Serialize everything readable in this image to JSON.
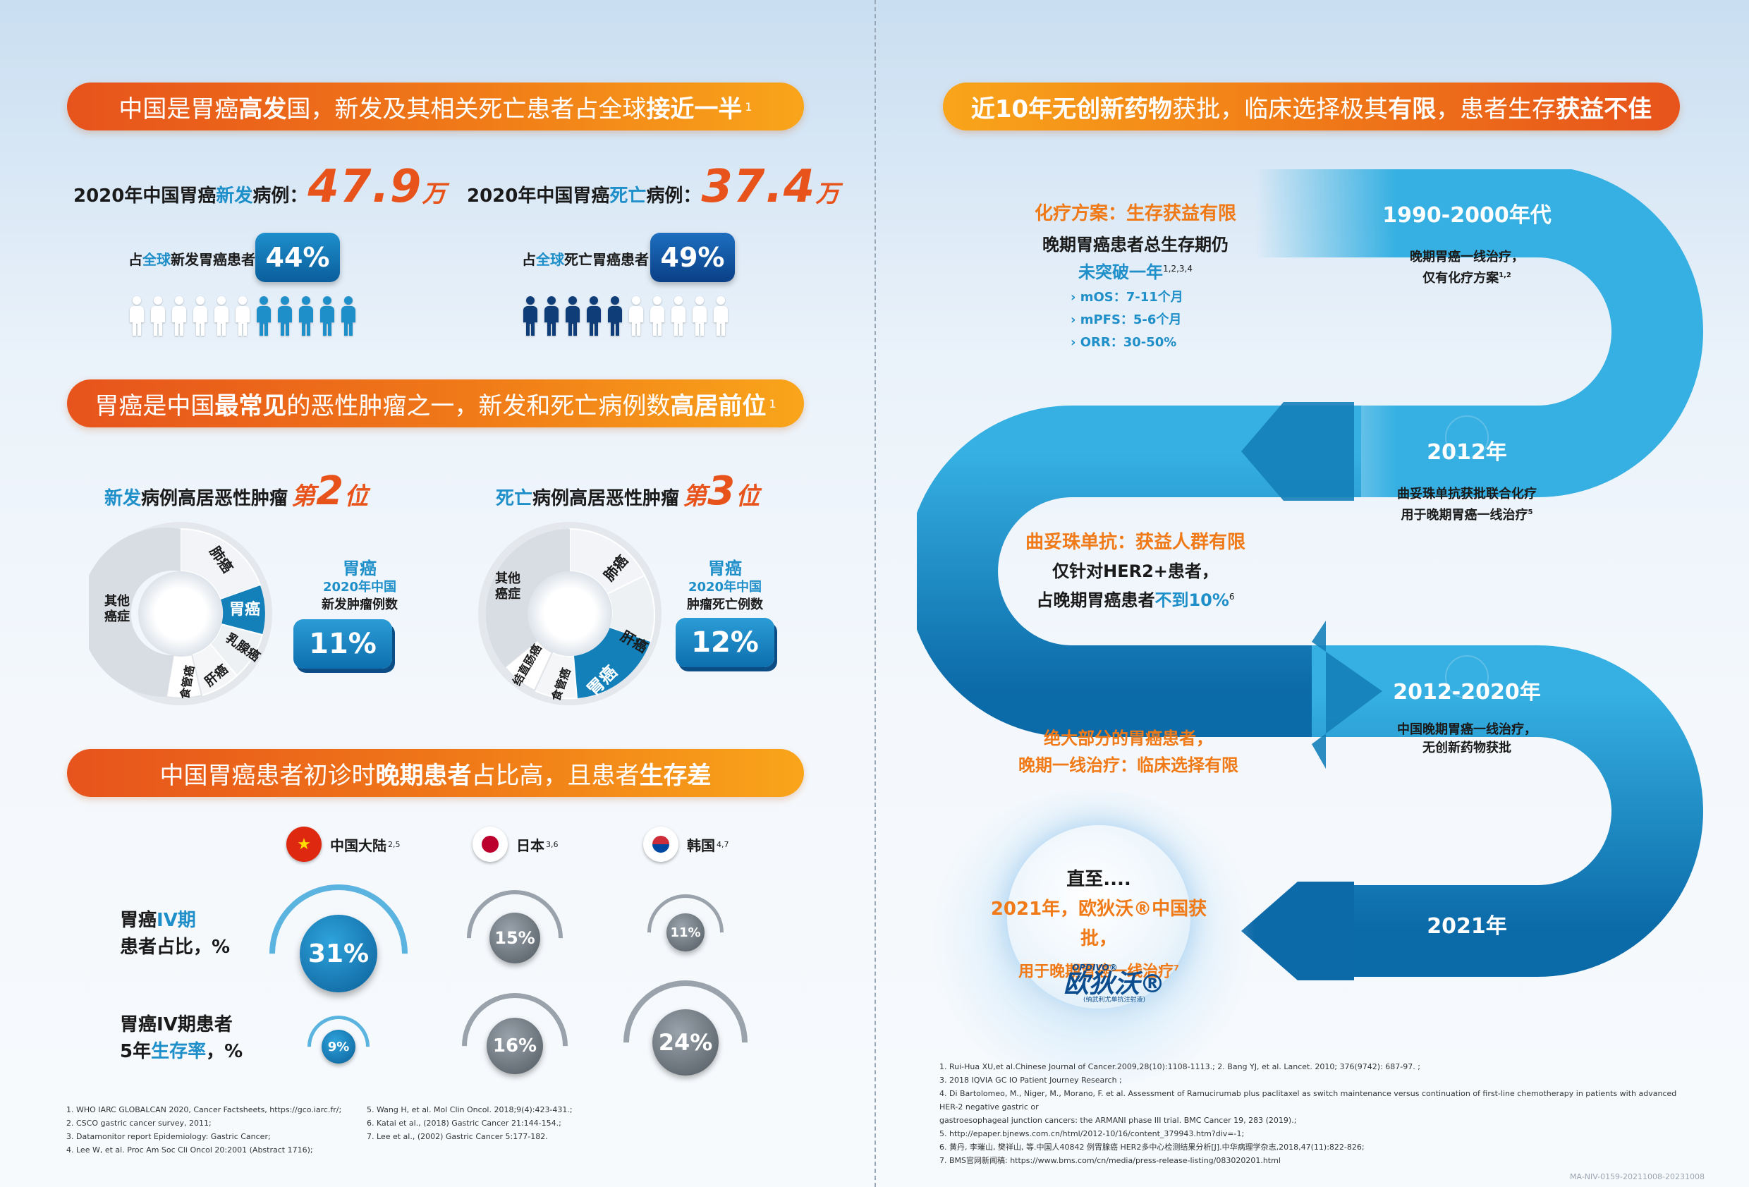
{
  "left": {
    "banner1": {
      "pre": "中国是胃癌",
      "b1": "高发",
      "mid": "国，新发及其相关死亡患者占全球",
      "b2": "接近一半",
      "sup": "1"
    },
    "stat1": {
      "label_pre": "2020年中国胃癌",
      "label_hl": "新发",
      "label_post": "病例：",
      "num": "47.9",
      "unit": "万",
      "share_pre": "占",
      "share_hl": "全球",
      "share_post": "新发胃癌患者",
      "pct": "44%"
    },
    "stat2": {
      "label_pre": "2020年中国胃癌",
      "label_hl": "死亡",
      "label_post": "病例：",
      "num": "37.4",
      "unit": "万",
      "share_pre": "占",
      "share_hl": "全球",
      "share_post": "死亡胃癌患者",
      "pct": "49%"
    },
    "banner2": {
      "pre": "胃癌是中国",
      "b1": "最常见",
      "mid": "的恶性肿瘤之一，新发和死亡病例数",
      "b2": "高居前位",
      "sup": "1"
    },
    "rank1": {
      "hl": "新发",
      "text": "病例高居恶性肿瘤",
      "rank_pre": "第",
      "rank_num": "2",
      "rank_post": "位"
    },
    "rank2": {
      "hl": "死亡",
      "text": "病例高居恶性肿瘤",
      "rank_pre": "第",
      "rank_num": "3",
      "rank_post": "位"
    },
    "donut1": {
      "labels": [
        "肺癌",
        "胃癌",
        "乳腺癌",
        "肝癌",
        "食管癌",
        "其他癌症"
      ],
      "cancer": "胃癌",
      "desc_hl": "2020年中国",
      "desc_post": "新发肿瘤例数",
      "pct": "11%"
    },
    "donut2": {
      "labels": [
        "肺癌",
        "肝癌",
        "胃癌",
        "食管癌",
        "结直肠癌",
        "其他癌症"
      ],
      "cancer": "胃癌",
      "desc_hl": "2020年中国",
      "desc_post": "肿瘤死亡例数",
      "pct": "12%"
    },
    "banner3": {
      "pre": "中国胃癌患者初诊时",
      "b1": "晚期患者",
      "mid": "占比高，且患者",
      "b2": "生存差"
    },
    "countries": [
      {
        "name": "中国大陆",
        "sup": "2,5"
      },
      {
        "name": "日本",
        "sup": "3,6"
      },
      {
        "name": "韩国",
        "sup": "4,7"
      }
    ],
    "row1": {
      "l1": "胃癌",
      "l1hl": "IV期",
      "l2": "患者占比，%",
      "values": [
        "31%",
        "15%",
        "11%"
      ]
    },
    "row2": {
      "l1": "胃癌IV期患者",
      "l2pre": "5年",
      "l2hl": "生存率",
      "l2post": "，%",
      "values": [
        "9%",
        "16%",
        "24%"
      ]
    },
    "refs_a": [
      "1. WHO IARC GLOBALCAN 2020, Cancer Factsheets, https://gco.iarc.fr/;",
      "2. CSCO gastric cancer survey, 2011;",
      "3. Datamonitor report Epidemiology: Gastric Cancer;",
      "4. Lee W, et al. Proc Am Soc Cli Oncol 20:2001 (Abstract 1716);"
    ],
    "refs_b": [
      "5. Wang H, et al. Mol Clin Oncol. 2018;9(4):423-431.;",
      "6. Katai et al., (2018) Gastric Cancer 21:144-154.;",
      "7. Lee et al., (2002) Gastric Cancer 5:177-182."
    ]
  },
  "right": {
    "banner": {
      "b1": "近10年无创新药物",
      "mid": "获批，临床选择极其",
      "b2": "有限",
      "mid2": "，患者生存",
      "b3": "获益不佳"
    },
    "chemo": {
      "title": "化疗方案：生存获益有限",
      "l1": "晚期胃癌患者总生存期仍",
      "l2": "未突破一年",
      "sup": "1,2,3,4",
      "bullets": [
        "mOS：7-11个月",
        "mPFS：5-6个月",
        "ORR：30-50%"
      ]
    },
    "era1": {
      "title": "1990-2000年代",
      "l1": "晚期胃癌一线治疗，",
      "l2": "仅有化疗方案",
      "sup": "1,2"
    },
    "era2": {
      "title": "2012年",
      "l1": "曲妥珠单抗获批联合化疗",
      "l2": "用于晚期胃癌一线治疗",
      "sup": "5"
    },
    "tras": {
      "title": "曲妥珠单抗：获益人群有限",
      "l1": "仅针对HER2+患者，",
      "l2pre": "占晚期胃癌患者",
      "l2hl": "不到10%",
      "sup": "6"
    },
    "era3": {
      "title": "2012-2020年",
      "l1": "中国晚期胃癌一线治疗，",
      "l2": "无创新药物获批"
    },
    "limited": {
      "l1": "绝大部分的胃癌患者，",
      "l2": "晚期一线治疗：临床选择有限"
    },
    "era4": {
      "title": "2021年"
    },
    "opdivo": {
      "l1": "直至....",
      "l2": "2021年，欧狄沃®中国获批，",
      "l3": "用于晚期胃癌一线治疗",
      "sup": "7",
      "brand_en": "OPDIVO®",
      "brand_cn": "欧狄沃®",
      "brand_sub": "(纳武利尤单抗注射液)"
    },
    "refs": [
      "1. Rui-Hua XU,et al.Chinese Journal of Cancer.2009,28(10):1108-1113.; 2. Bang YJ, et al. Lancet. 2010; 376(9742): 687-97. ;",
      "3. 2018 IQVIA GC IO Patient Journey Research ;",
      "4. Di Bartolomeo, M., Niger, M., Morano, F. et al. Assessment of Ramucirumab plus paclitaxel as switch maintenance versus continuation of first-line chemotherapy in patients with advanced HER-2 negative gastric or",
      "gastroesophageal junction cancers: the ARMANI phase III trial. BMC Cancer 19, 283 (2019).;",
      "5. http://epaper.bjnews.com.cn/html/2012-10/16/content_379943.htm?div=-1;",
      "6. 黄丹, 李璀山, 樊祥山, 等.中国人40842 例胃腺癌 HER2多中心检测结果分析[J].中华病理学杂志,2018,47(11):822-826;",
      "7. BMS官网新闻稿: https://www.bms.com/cn/media/press-release-listing/083020201.html"
    ],
    "code": "MA-NIV-0159-20211008-20231008"
  }
}
